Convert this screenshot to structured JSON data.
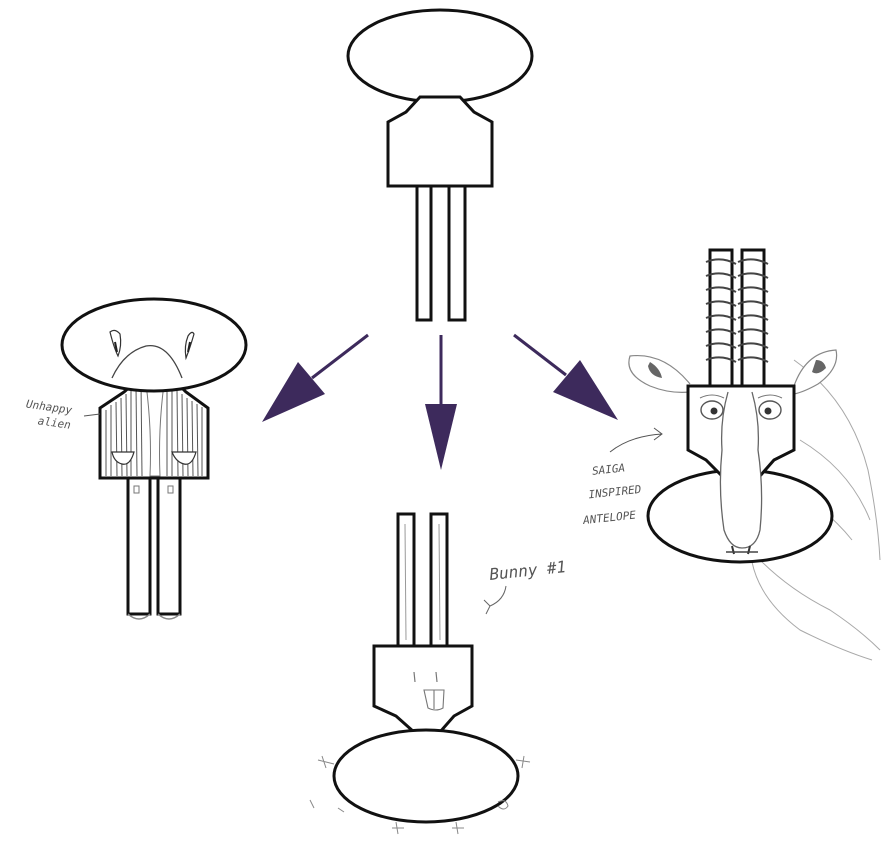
{
  "annotations": {
    "alien": "Unhappy alien",
    "alien_line1": "Unhappy",
    "alien_line2": "alien",
    "bunny": "Bunny #1",
    "antelope": "SAIGA INSPIRED ANTELOPE",
    "antelope_line1": "SAIGA",
    "antelope_line2": "INSPIRED",
    "antelope_line3": "ANTELOPE"
  },
  "colors": {
    "outline": "#111111",
    "arrow": "#3d2a5c",
    "pencil": "#666666",
    "pencil_light": "#9a9a9a"
  }
}
